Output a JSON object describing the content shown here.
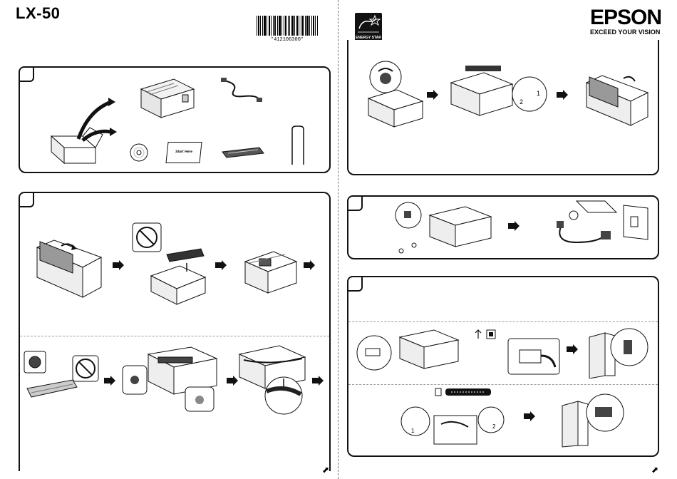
{
  "header": {
    "model": "LX-50",
    "barcode_text": "*412106300*",
    "energy_star_label": "ENERGY STAR",
    "brand": "EPSON",
    "tagline": "EXCEED YOUR VISION"
  },
  "unbox": {
    "card_label": "Start Here"
  },
  "colors": {
    "ink": "#111111",
    "gray": "#cccccc",
    "dark_gray": "#777777"
  },
  "icons": {
    "next_page": "arrow-up-right-icon",
    "step_arrow": "arrow-right-icon"
  }
}
